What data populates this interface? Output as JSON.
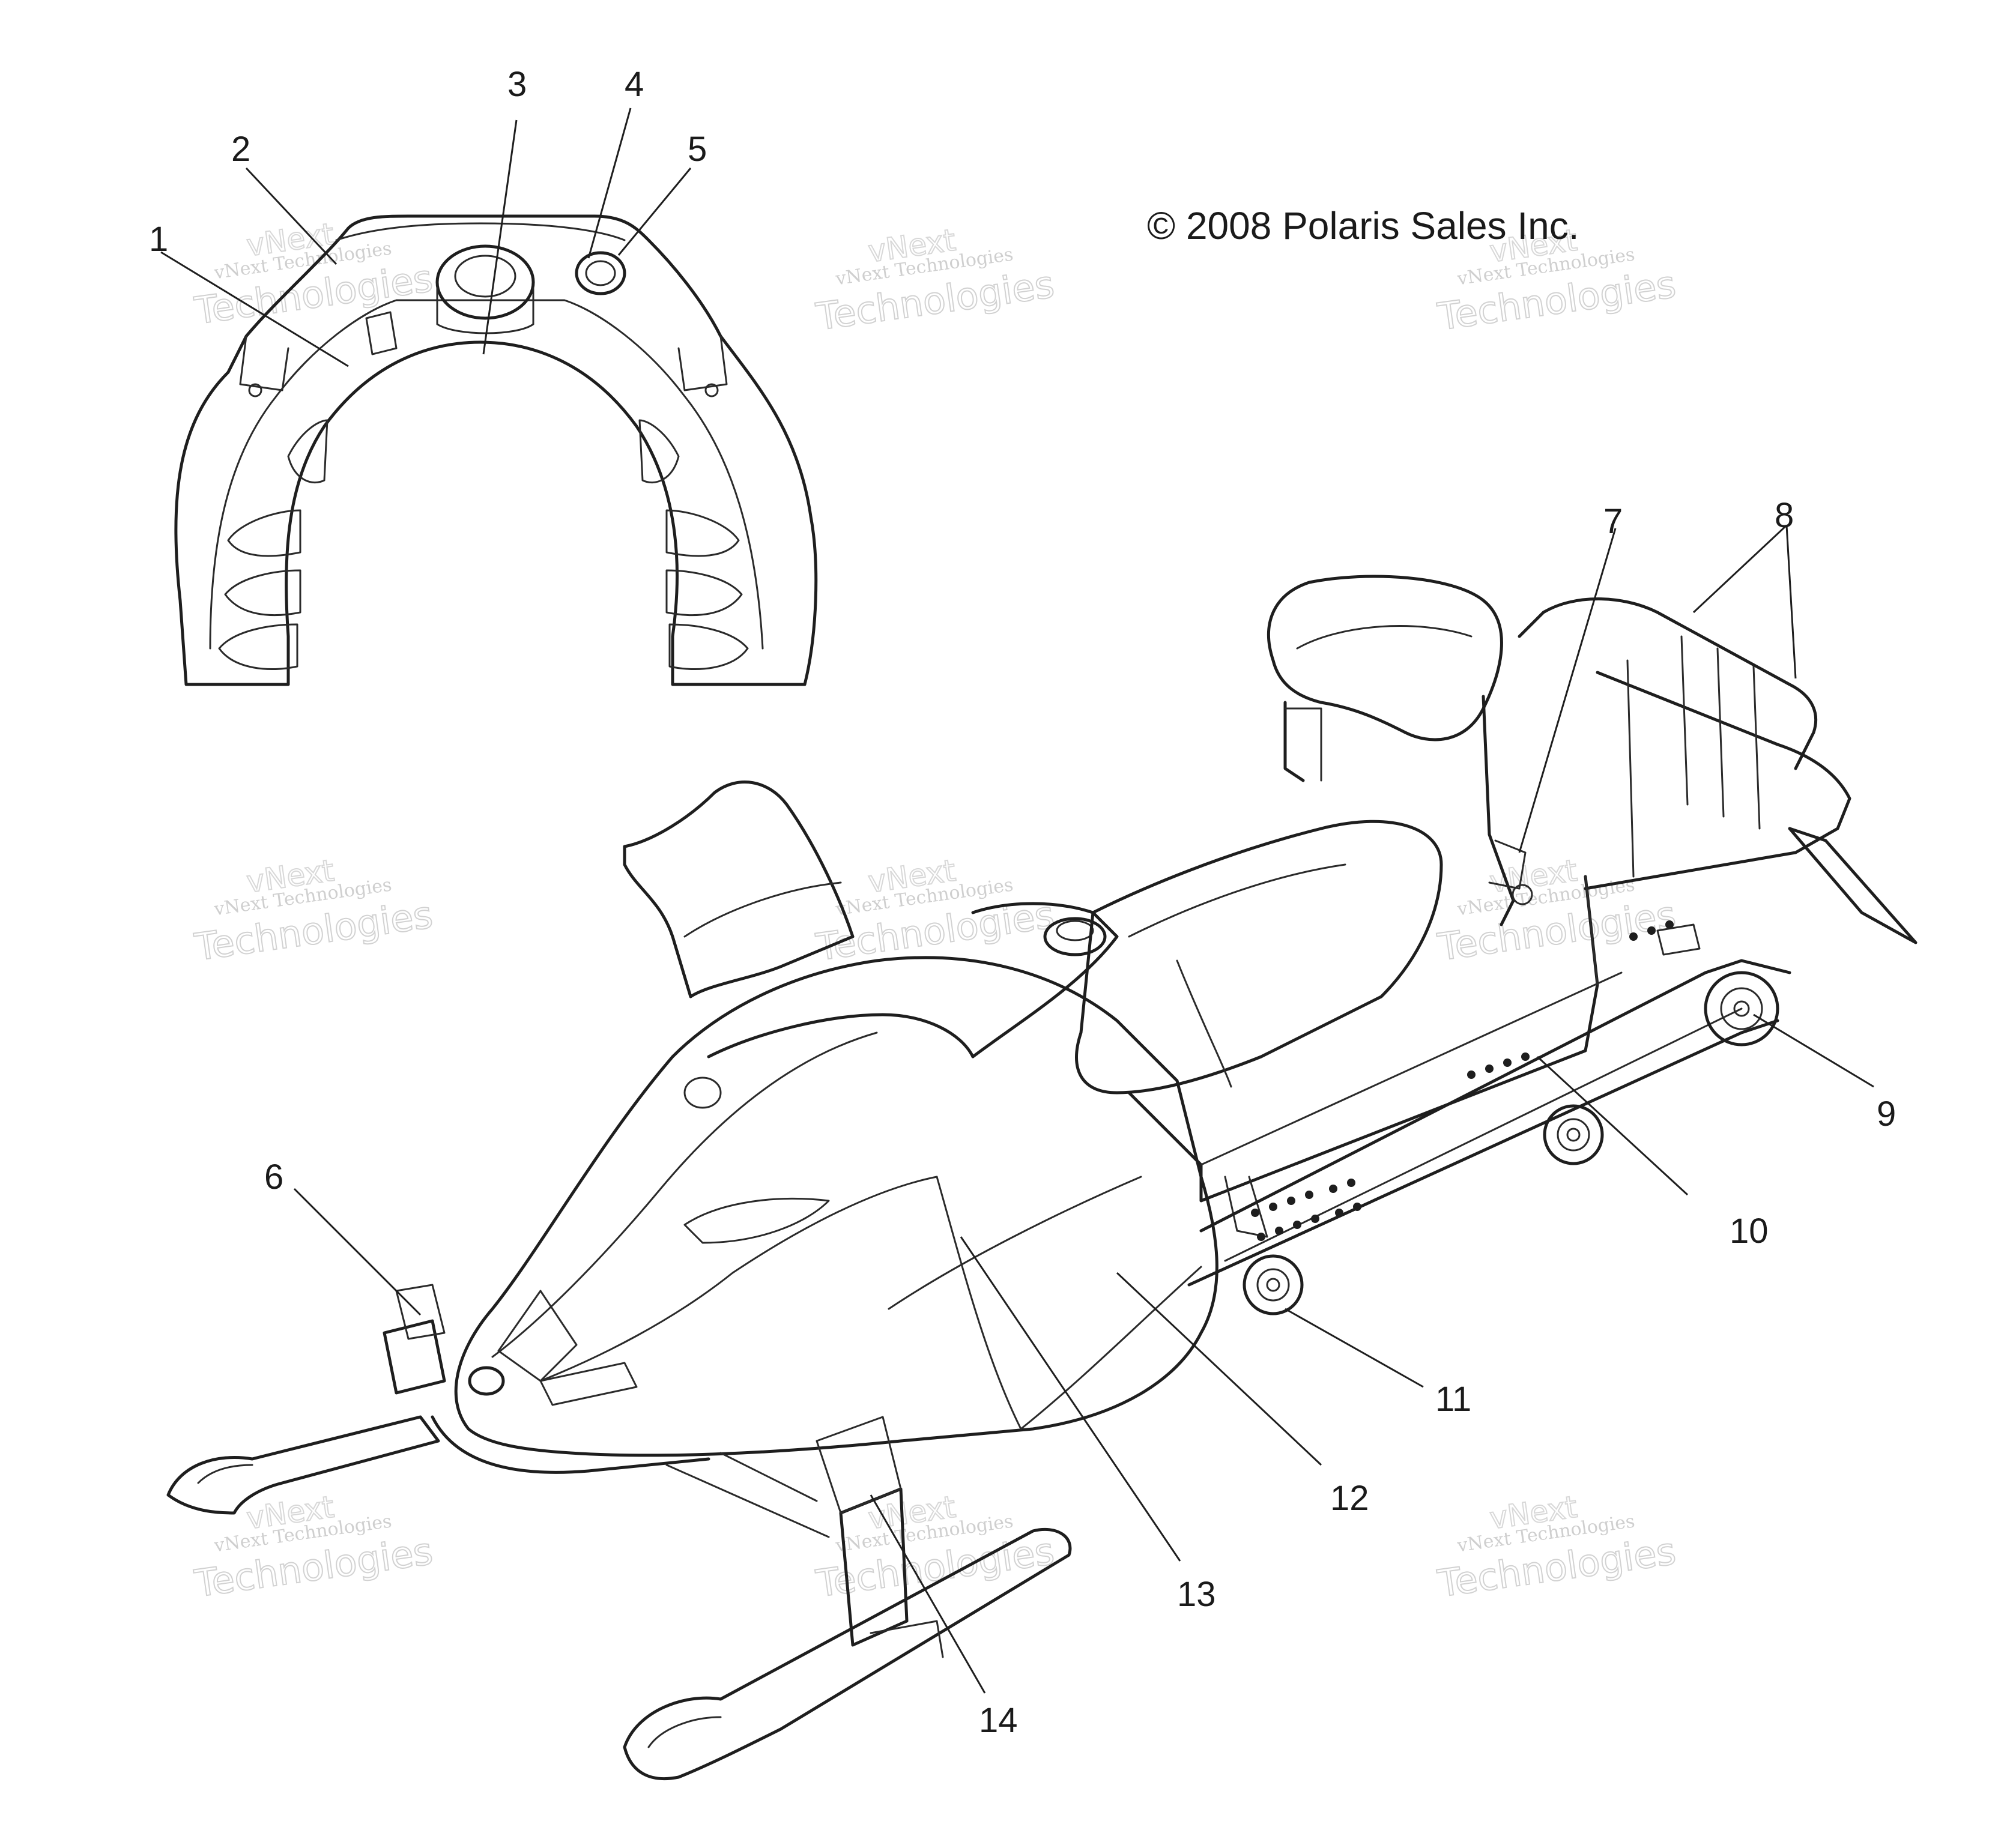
{
  "copyright": "© 2008 Polaris Sales Inc.",
  "watermark": {
    "line1": "vNext Technologies",
    "line2": "Technologies",
    "line3": "vNext"
  },
  "callouts": [
    "1",
    "2",
    "3",
    "4",
    "5",
    "6",
    "7",
    "8",
    "9",
    "10",
    "11",
    "12",
    "13",
    "14"
  ]
}
